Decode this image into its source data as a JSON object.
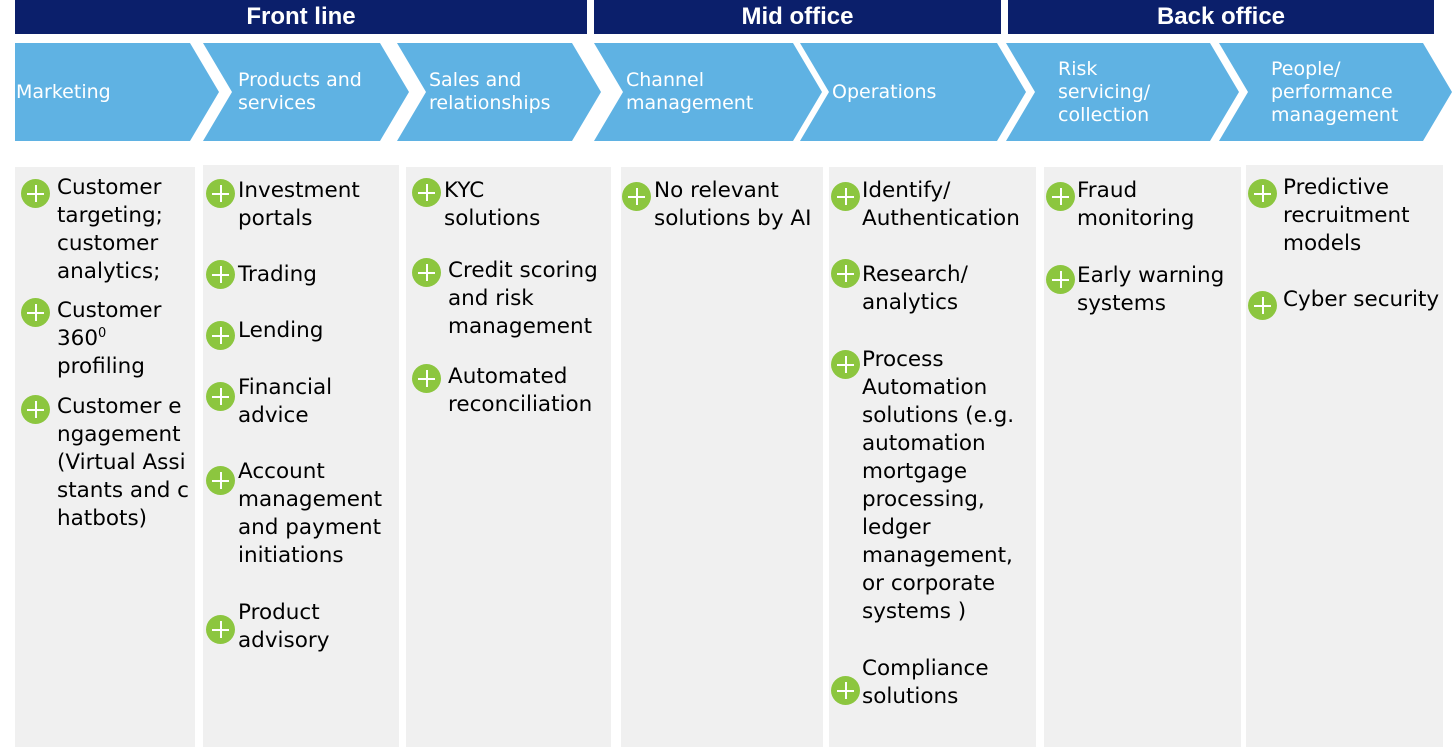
{
  "groups": [
    "Front line",
    "Mid office",
    "Back office"
  ],
  "stages": [
    "Marketing",
    "Products and\nservices",
    "Sales and\nrelationships",
    "Channel\nmanagement",
    "Operations",
    "Risk\nservicing/\ncollection",
    "People/\nperformance\nmanagement"
  ],
  "columns": [
    {
      "items": [
        "Customer targeting; customer analytics;",
        "Customer 360",
        "Customer engagement (Virtual Assistants and chatbots)"
      ]
    },
    {
      "items": [
        "Investment portals",
        "Trading",
        "Lending",
        "Financial advice",
        "Account management and payment initiations",
        "Product advisory"
      ]
    },
    {
      "items": [
        "KYC solutions",
        "Credit scoring and risk management",
        "Automated reconciliation"
      ]
    },
    {
      "items": [
        "No relevant solutions by AI"
      ]
    },
    {
      "items": [
        "Identify/ Authentication",
        "Research/ analytics",
        "Process Automation solutions (e.g. automation mortgage processing, ledger management, or corporate systems )",
        "Compliance solutions"
      ]
    },
    {
      "items": [
        "Fraud monitoring",
        "Early warning systems"
      ]
    },
    {
      "items": [
        "Predictive recruitment models",
        "Cyber security"
      ]
    }
  ],
  "misc": {
    "sup_0": "0",
    "profiling": "profiling"
  },
  "colors": {
    "header": "#0b1f6b",
    "chevron": "#5fb2e3",
    "panel": "#f0f0f0",
    "plus": "#8cc63f"
  }
}
